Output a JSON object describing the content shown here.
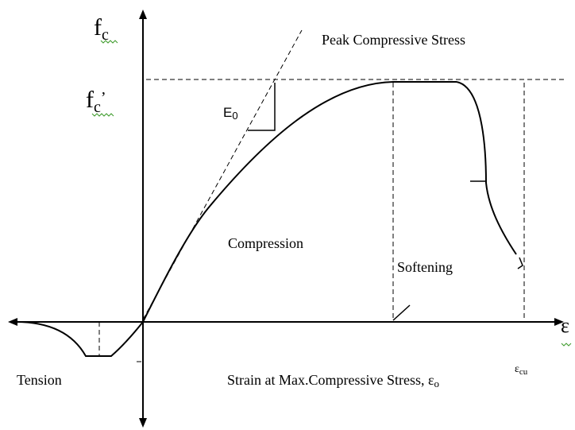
{
  "labels": {
    "y_axis_symbol": "f",
    "y_axis_subscript": "c",
    "peak_symbol": "f",
    "peak_subscript": "c",
    "peak_prime": "’",
    "peak_title": "Peak Compressive Stress",
    "modulus": "E",
    "modulus_subscript": "0",
    "compression": "Compression",
    "softening": "Softening",
    "tension": "Tension",
    "x_axis_symbol": "ε",
    "ultimate_strain": "ε",
    "ultimate_strain_subscript": "cu",
    "strain_caption": "Strain at Max.Compressive Stress, ε",
    "strain_caption_subscript": "o"
  },
  "colors": {
    "line": "#000000",
    "spellcheck_underline": "#3c9a2a",
    "background": "#ffffff"
  }
}
